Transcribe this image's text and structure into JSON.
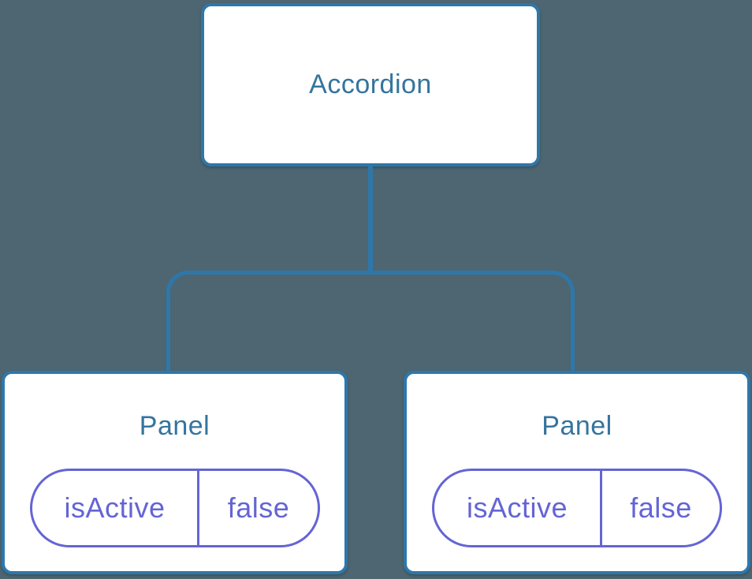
{
  "colors": {
    "background": "#4d6671",
    "line": "#2e77ab",
    "title": "#35749e",
    "state": "#6464d6"
  },
  "diagram": {
    "root": {
      "label": "Accordion"
    },
    "children": [
      {
        "label": "Panel",
        "state": {
          "name": "isActive",
          "value": "false"
        }
      },
      {
        "label": "Panel",
        "state": {
          "name": "isActive",
          "value": "false"
        }
      }
    ]
  }
}
